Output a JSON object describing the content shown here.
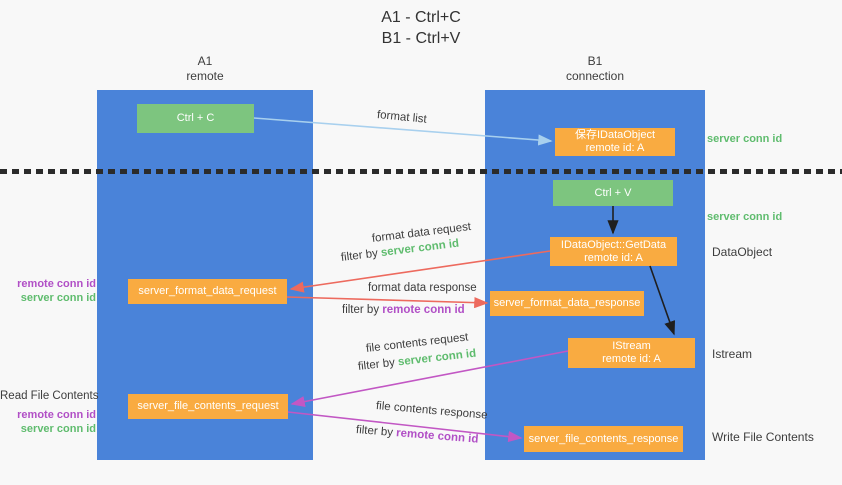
{
  "title": {
    "line1": "A1 - Ctrl+C",
    "line2": "B1 - Ctrl+V"
  },
  "lanes": {
    "a1": {
      "name": "A1",
      "subtitle": "remote"
    },
    "b1": {
      "name": "B1",
      "subtitle": "connection"
    }
  },
  "boxes": {
    "ctrl_c": "Ctrl + C",
    "ctrl_v": "Ctrl + V",
    "save_idataobject": {
      "line1": "保存IDataObject",
      "line2": "remote id: A"
    },
    "getdata": {
      "line1": "IDataObject::GetData",
      "line2": "remote id: A"
    },
    "istream": {
      "line1": "IStream",
      "line2": "remote id: A"
    },
    "format_request": "server_format_data_request",
    "format_response": "server_format_data_response",
    "file_request": "server_file_contents_request",
    "file_response": "server_file_contents_response"
  },
  "arrow_labels": {
    "format_list": "format list",
    "format_data_request": "format data request",
    "format_data_response": "format data response",
    "file_contents_request": "file contents request",
    "file_contents_response": "file contents response",
    "filter_by": "filter by ",
    "server_conn_id": "server conn id",
    "remote_conn_id": "remote conn id"
  },
  "side_labels": {
    "server_conn_id_top": "server conn id",
    "server_conn_id_mid": "server conn id",
    "dataobject": "DataObject",
    "istream": "Istream",
    "write_file_contents": "Write File Contents",
    "read_file_contents": "Read File Contents",
    "remote_conn_id": "remote conn id",
    "server_conn_id": "server conn id"
  },
  "colors": {
    "lane_blue": "#4a83d9",
    "box_orange": "#f9ab41",
    "box_green": "#7dc57f",
    "green_text": "#5fbc6e",
    "purple_text": "#b14fc6",
    "red_arrow": "#ed6a5e",
    "magenta_arrow": "#c257c4",
    "light_blue_arrow": "#a8d0ee",
    "black_arrow": "#1f1f1f"
  }
}
